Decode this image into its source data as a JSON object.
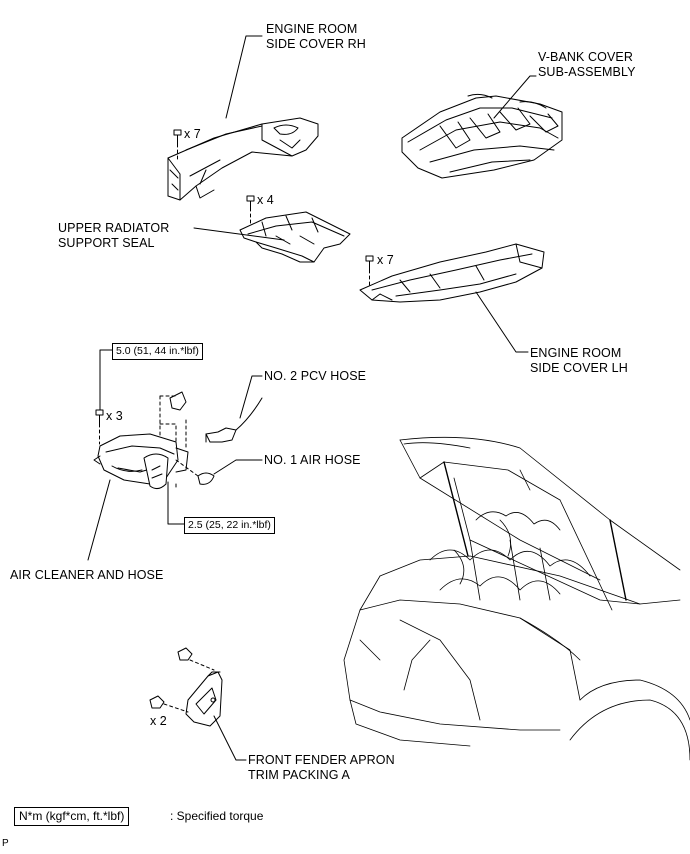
{
  "labels": {
    "engine_room_side_cover_rh": [
      "ENGINE ROOM",
      "SIDE COVER RH"
    ],
    "v_bank_cover": [
      "V-BANK COVER",
      "SUB-ASSEMBLY"
    ],
    "upper_radiator_support_seal": [
      "UPPER RADIATOR",
      "SUPPORT SEAL"
    ],
    "engine_room_side_cover_lh": [
      "ENGINE ROOM",
      "SIDE COVER LH"
    ],
    "no2_pcv_hose": "NO. 2 PCV HOSE",
    "no1_air_hose": "NO. 1 AIR HOSE",
    "air_cleaner_and_hose": "AIR CLEANER AND HOSE",
    "front_fender_apron": [
      "FRONT FENDER APRON",
      "TRIM PACKING A"
    ]
  },
  "quantities": {
    "rh_cover_bolts": "x 7",
    "seal_clips": "x 4",
    "lh_cover_bolts": "x 7",
    "air_cleaner_bolts": "x 3",
    "apron_clips": "x 2"
  },
  "torques": {
    "air_cleaner_bolt": "5.0 (51, 44 in.*lbf)",
    "air_hose_clamp": "2.5 (25, 22 in.*lbf)"
  },
  "legend": {
    "unit_box": "N*m (kgf*cm, ft.*lbf)",
    "description": ": Specified torque"
  },
  "corner_mark": "P"
}
